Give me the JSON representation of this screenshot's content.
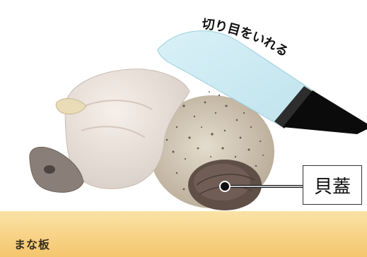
{
  "board_label": "まな板",
  "callout_label": "貝蓋",
  "instruction_text": "切り目をいれる",
  "colors": {
    "board_top": "#fbe3a6",
    "board_bottom": "#f5c56a",
    "blade": "#cfeaf2",
    "handle": "#0b0b0b",
    "shell_body": "#d8cebd",
    "shell_speckle": "#3f3a33",
    "mantle": "#efe5de",
    "operculum": "#5f4f47"
  },
  "icons": [
    "knife-illustration",
    "shellfish-photo",
    "callout-dot"
  ]
}
